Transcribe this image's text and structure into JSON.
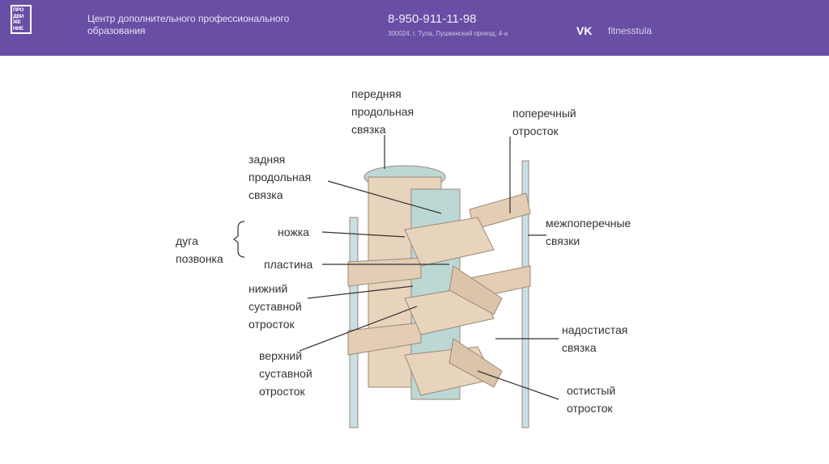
{
  "header": {
    "logo_lines": [
      "ПРО",
      "ДВИ",
      "ЖЕ",
      "НИЕ"
    ],
    "org": "Центр дополнительного профессионального образования",
    "phone": "8-950-911-11-98",
    "address": "300024, г. Тула, Пушкинский проезд, 4-а",
    "vk_icon": "vk-icon",
    "social": "fitnesstula"
  },
  "labels": {
    "ant_lig": "передняя продольная связка",
    "post_lig": "задняя продольная связка",
    "transverse": "поперечный отросток",
    "arch": "дуга позвонка",
    "pedicle": "ножка",
    "lamina": "пластина",
    "intertrans": "межпоперечные связки",
    "inf_art": "нижний суставной отросток",
    "sup_art": "верхний суставной отросток",
    "supraspinous": "надостистая связка",
    "spinous": "остистый отросток"
  },
  "colors": {
    "header": "#684ea4",
    "bone": "#e8d3bd",
    "ligament": "#bcd8d4"
  }
}
